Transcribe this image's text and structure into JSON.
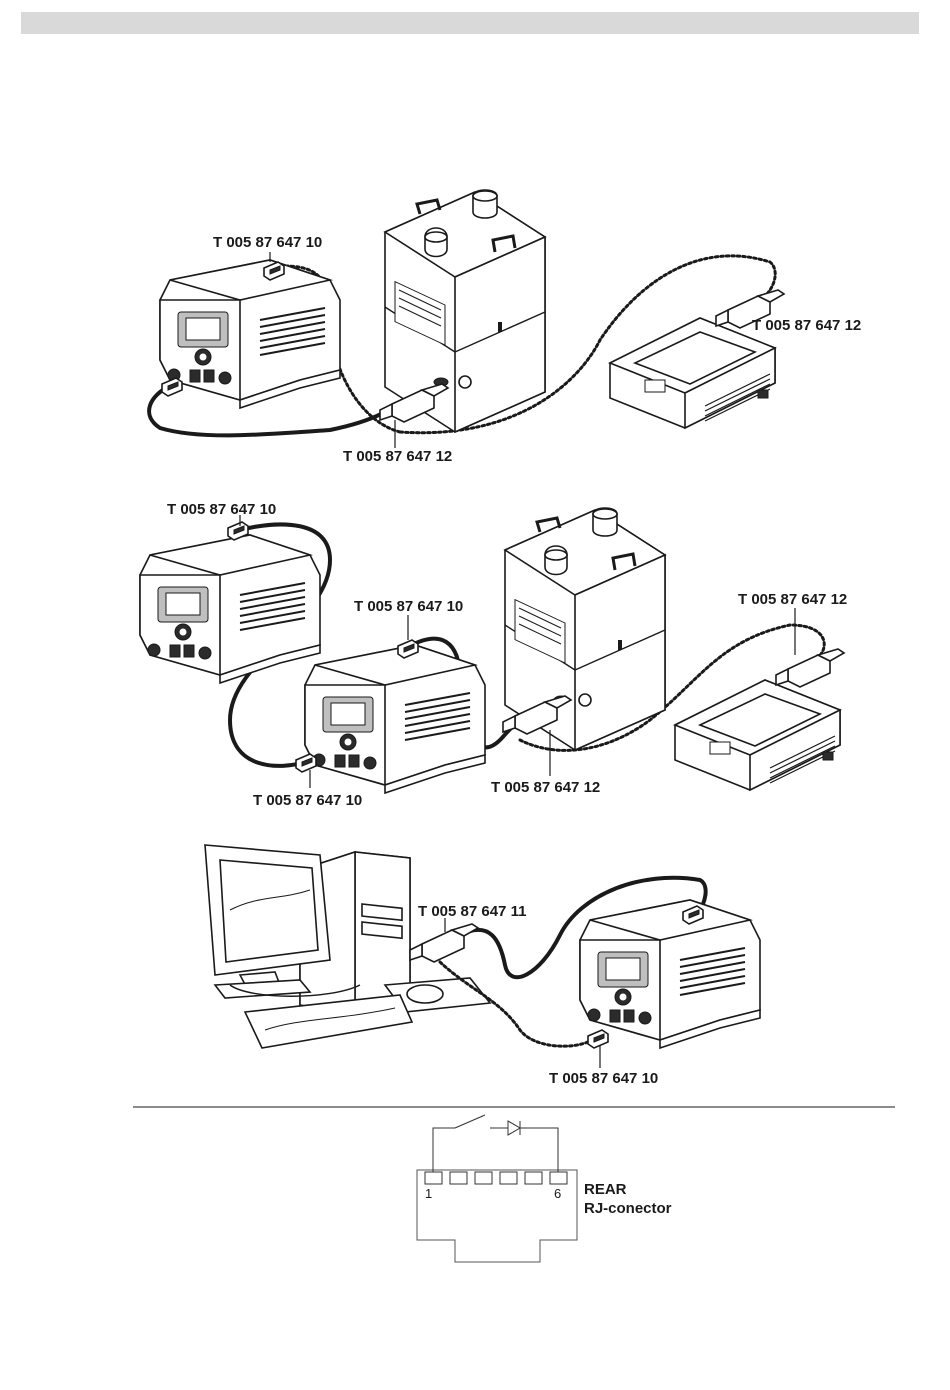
{
  "page": {
    "header_color": "#d9d9d9"
  },
  "scene1": {
    "label_station_cable": "T 005 87 647 10",
    "label_preheater_cable": "T 005 87 647 12",
    "label_extractor_cable": "T 005 87 647 12"
  },
  "scene2": {
    "label_top_cable": "T 005 87 647 10",
    "label_middle_cable": "T 005 87 647 10",
    "label_bottom_cable": "T 005 87 647 10",
    "label_extractor_cable": "T 005 87 647 12",
    "label_preheater_cable": "T 005 87 647 12"
  },
  "scene3": {
    "label_pc_cable": "T 005 87 647 11",
    "label_station_cable": "T 005 87 647 10"
  },
  "connector": {
    "pin_first": "1",
    "pin_last": "6",
    "title": "REAR",
    "subtitle": "RJ-conector"
  },
  "icons": [
    "soldering-station-icon",
    "fume-extractor-icon",
    "preheating-plate-icon",
    "desktop-computer-icon",
    "mouse-icon",
    "keyboard-icon",
    "switch-icon",
    "diode-icon"
  ]
}
